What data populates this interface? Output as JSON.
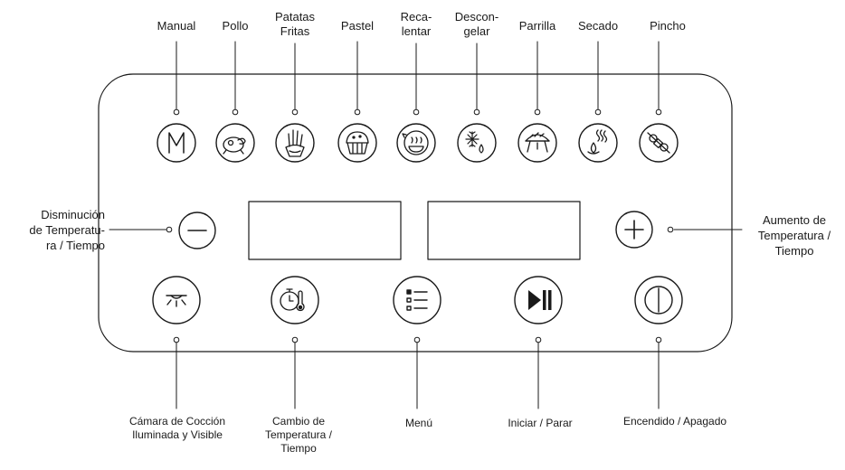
{
  "program_labels": [
    {
      "name": "manual",
      "lines": [
        "Manual"
      ],
      "icon": "manual-m-icon"
    },
    {
      "name": "pollo",
      "lines": [
        "Pollo"
      ],
      "icon": "chicken-icon"
    },
    {
      "name": "patatas-fritas",
      "lines": [
        "Patatas",
        "Fritas"
      ],
      "icon": "fries-icon"
    },
    {
      "name": "pastel",
      "lines": [
        "Pastel"
      ],
      "icon": "cake-icon"
    },
    {
      "name": "recalentar",
      "lines": [
        "Reca-",
        "lentar"
      ],
      "icon": "reheat-icon"
    },
    {
      "name": "descongelar",
      "lines": [
        "Descon-",
        "gelar"
      ],
      "icon": "defrost-icon"
    },
    {
      "name": "parrilla",
      "lines": [
        "Parrilla"
      ],
      "icon": "grill-icon"
    },
    {
      "name": "secado",
      "lines": [
        "Secado"
      ],
      "icon": "dehydrate-icon"
    },
    {
      "name": "pincho",
      "lines": [
        "Pincho"
      ],
      "icon": "skewer-icon"
    }
  ],
  "side_labels": {
    "decrease": [
      "Disminución",
      "de Temperatu-",
      "ra / Tiempo"
    ],
    "increase": [
      "Aumento de",
      "Temperatura /",
      "Tiempo"
    ]
  },
  "bottom_labels": {
    "light": [
      "Cámara de Cocción",
      "Iluminada y Visible"
    ],
    "temp_time": [
      "Cambio de",
      "Temperatura /",
      "Tiempo"
    ],
    "menu": [
      "Menú"
    ],
    "start_stop": [
      "Iniciar / Parar"
    ],
    "power": [
      "Encendido / Apagado"
    ]
  },
  "icons": {
    "decrease": "minus-icon",
    "increase": "plus-icon",
    "light": "light-icon",
    "temp_time": "timer-thermometer-icon",
    "menu": "menu-list-icon",
    "start_stop": "play-pause-icon",
    "power": "power-icon"
  },
  "manual_glyph": "M"
}
